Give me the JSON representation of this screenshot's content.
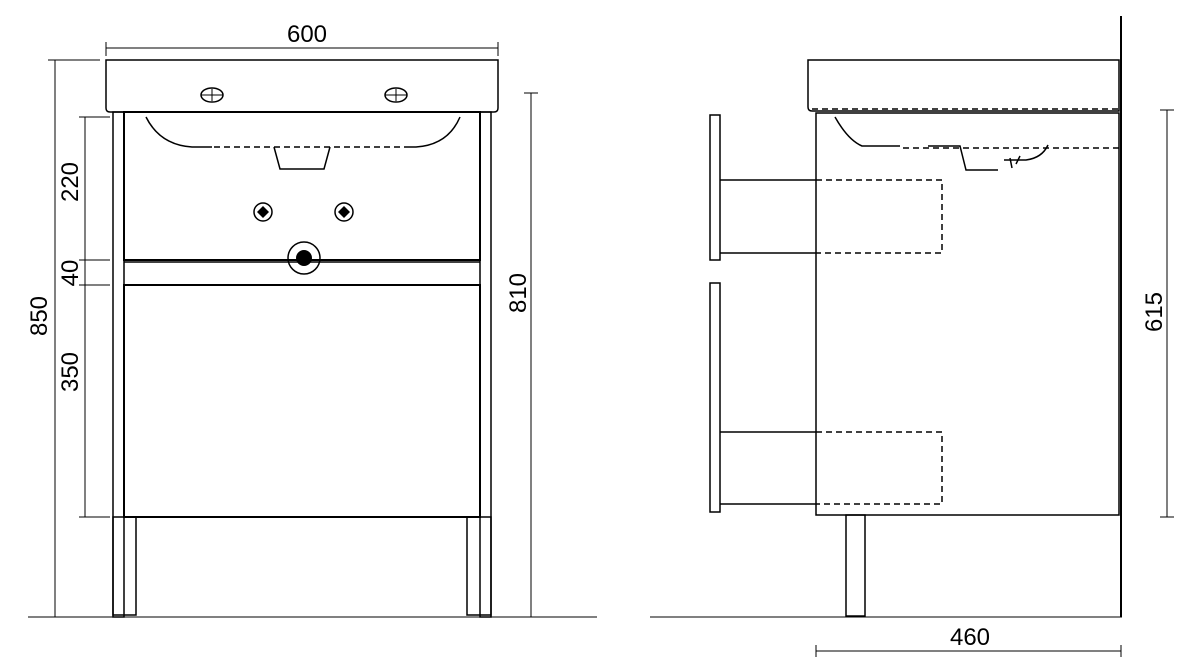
{
  "dimensions": {
    "front_width": "600",
    "front_total_height": "850",
    "front_inner_height": "810",
    "top_drawer_height": "220",
    "gap_height": "40",
    "bottom_drawer_height": "350",
    "side_height": "615",
    "side_depth": "460"
  },
  "colors": {
    "line": "#000000",
    "background": "#ffffff"
  }
}
